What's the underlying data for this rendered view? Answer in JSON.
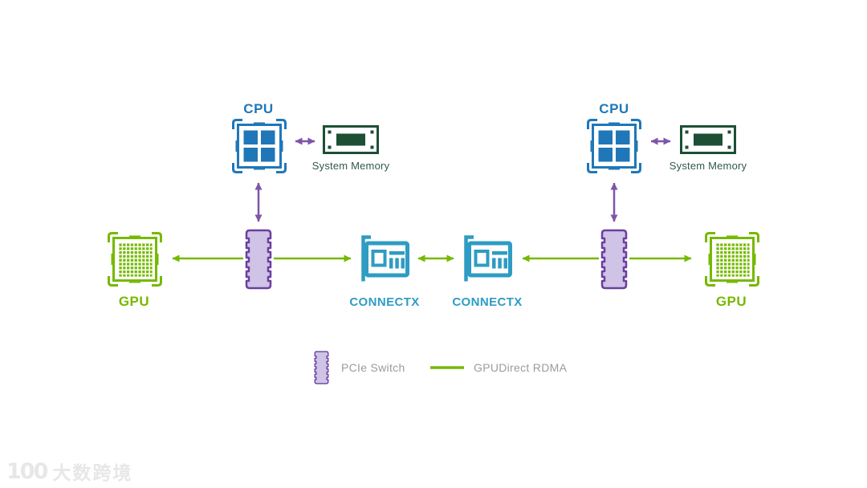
{
  "colors": {
    "cpu_blue": "#2077b8",
    "connectx_blue": "#2e9cc3",
    "gpu_green": "#76b900",
    "memory_green": "#1d4f35",
    "arrow_purple": "#7e55a8",
    "switch_fill": "#cfc3e6",
    "switch_border": "#6b3fa0",
    "legend_text": "#9b9b9b",
    "watermark_gray": "#e7e7e7"
  },
  "nodes": {
    "cpu_left": {
      "label": "CPU",
      "icon": "cpu-socket-icon"
    },
    "cpu_right": {
      "label": "CPU",
      "icon": "cpu-socket-icon"
    },
    "memory_left": {
      "label": "System Memory",
      "icon": "memory-module-icon"
    },
    "memory_right": {
      "label": "System Memory",
      "icon": "memory-module-icon"
    },
    "gpu_left": {
      "label": "GPU",
      "icon": "gpu-chip-icon"
    },
    "gpu_right": {
      "label": "GPU",
      "icon": "gpu-chip-icon"
    },
    "connectx_left": {
      "label": "CONNECTX",
      "icon": "network-card-icon"
    },
    "connectx_right": {
      "label": "CONNECTX",
      "icon": "network-card-icon"
    },
    "switch_left": {
      "icon": "pcie-switch-icon"
    },
    "switch_right": {
      "icon": "pcie-switch-icon"
    }
  },
  "legend": {
    "pcie_switch_label": "PCIe Switch",
    "rdma_label": "GPUDirect RDMA"
  },
  "watermark": {
    "logo": "100",
    "text": "大数跨境"
  }
}
